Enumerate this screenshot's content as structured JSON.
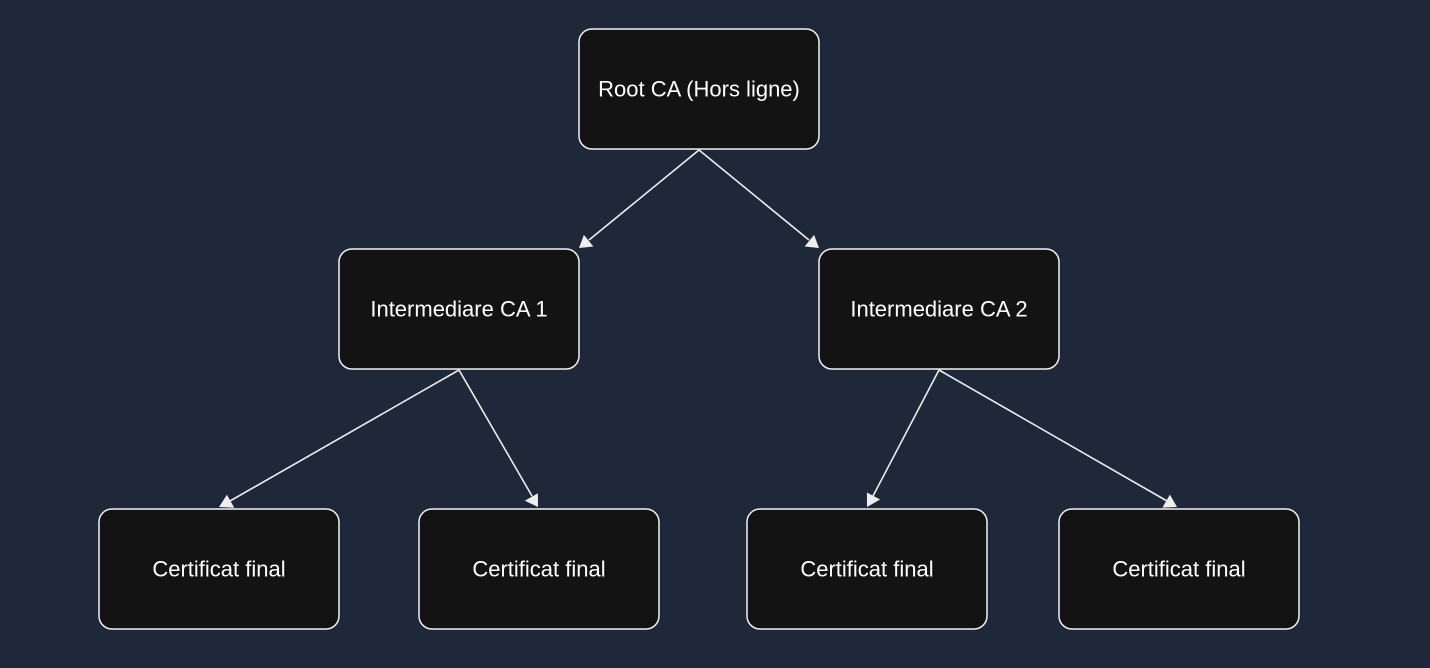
{
  "diagram": {
    "colors": {
      "background": "#1e2838",
      "node_fill": "#131313",
      "node_border": "#f2f2f2",
      "text": "#ffffff",
      "edge": "#eeeeee"
    },
    "nodes": {
      "root": {
        "label": "Root CA (Hors ligne)"
      },
      "intermediate_1": {
        "label": "Intermediare CA 1"
      },
      "intermediate_2": {
        "label": "Intermediare CA 2"
      },
      "leaf_1": {
        "label": "Certificat final"
      },
      "leaf_2": {
        "label": "Certificat final"
      },
      "leaf_3": {
        "label": "Certificat final"
      },
      "leaf_4": {
        "label": "Certificat final"
      }
    },
    "edges": [
      {
        "from": "root",
        "to": "intermediate_1"
      },
      {
        "from": "root",
        "to": "intermediate_2"
      },
      {
        "from": "intermediate_1",
        "to": "leaf_1"
      },
      {
        "from": "intermediate_1",
        "to": "leaf_2"
      },
      {
        "from": "intermediate_2",
        "to": "leaf_3"
      },
      {
        "from": "intermediate_2",
        "to": "leaf_4"
      }
    ]
  }
}
